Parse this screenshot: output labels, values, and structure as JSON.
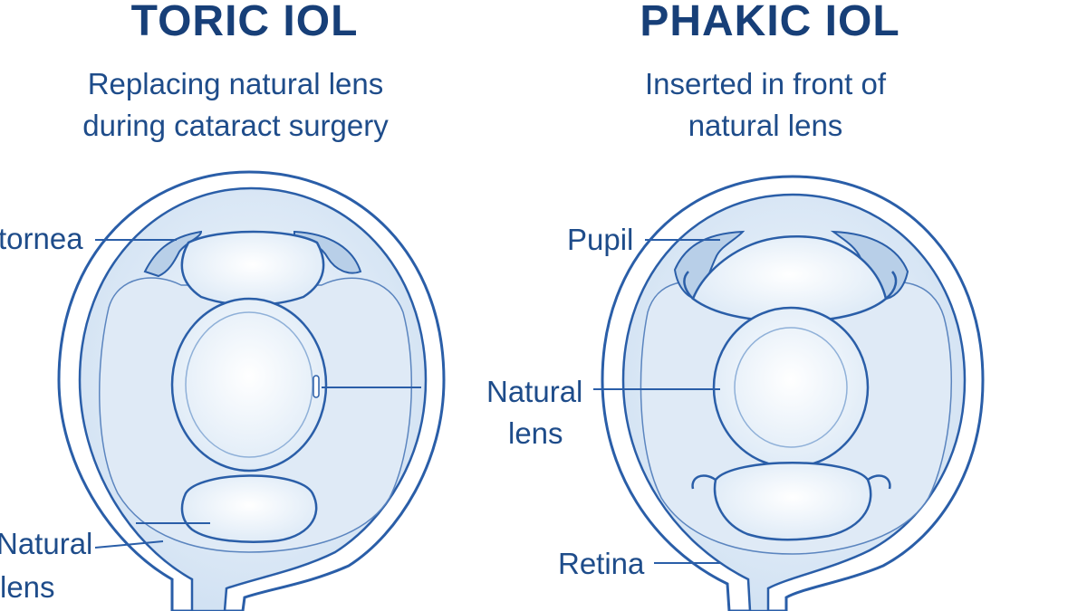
{
  "left_panel": {
    "title": "TORIC IOL",
    "subtitle_lines": [
      "Replacing natural lens",
      "during cataract surgery"
    ],
    "labels": {
      "cornea": "tornea",
      "natural_lens_line1": "Natural",
      "natural_lens_line2": "lens"
    }
  },
  "right_panel": {
    "title": "PHAKIC IOL",
    "subtitle_lines": [
      "Inserted in front of",
      "natural lens"
    ],
    "labels": {
      "pupil": "Pupil",
      "natural_lens_line1": "Natural",
      "natural_lens_line2": "lens",
      "retina": "Retina"
    }
  },
  "colors": {
    "outline": "#2a5ea8",
    "fill_light": "#eaf2fb",
    "fill_mid": "#d3e3f4",
    "text": "#1e4c8a",
    "title": "#173f78"
  }
}
